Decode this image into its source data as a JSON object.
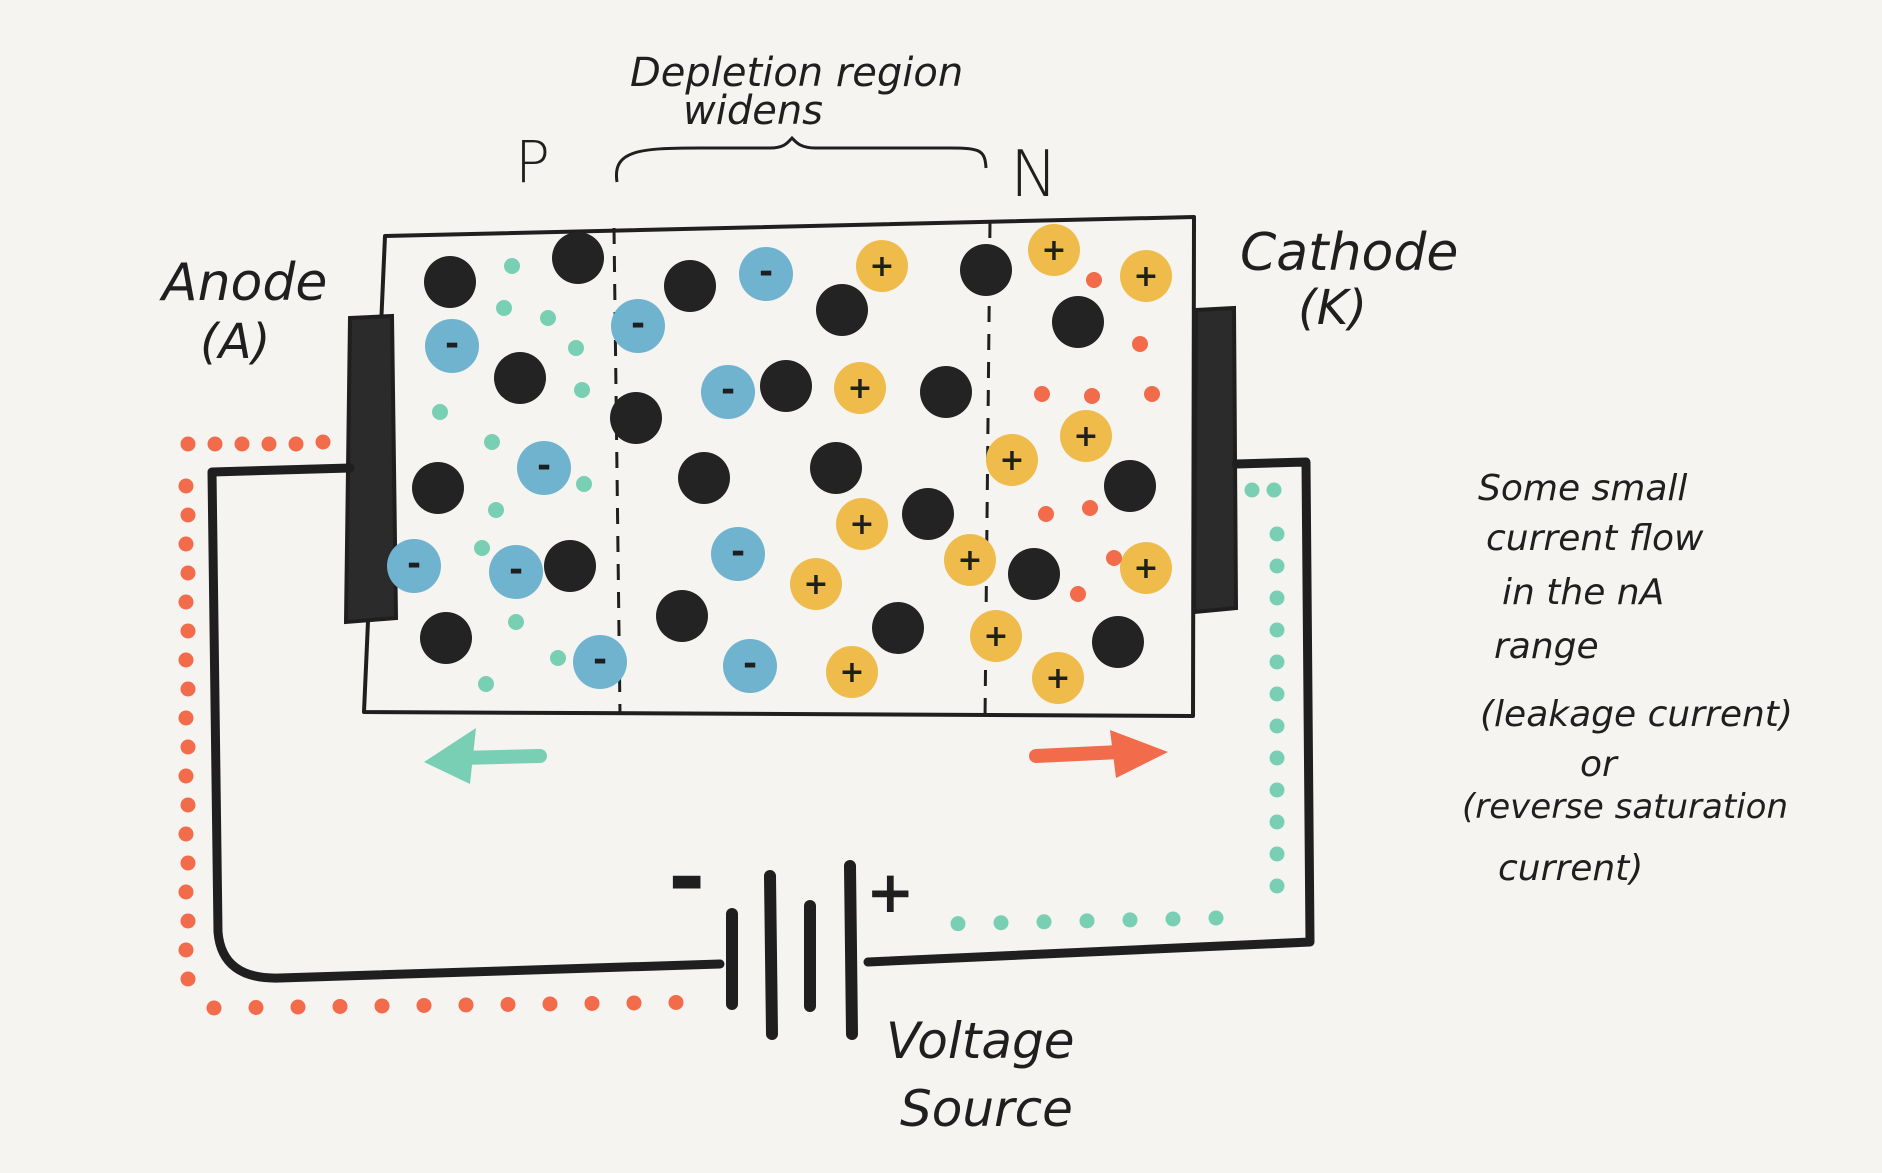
{
  "labels": {
    "depletion_line1": "Depletion region",
    "depletion_line2": "widens",
    "p": "P",
    "n": "N",
    "anode_line1": "Anode",
    "anode_line2": "(A)",
    "cathode_line1": "Cathode",
    "cathode_line2": "(K)",
    "voltage_line1": "Voltage",
    "voltage_line2": "Source",
    "minus_sign": "-",
    "plus_sign": "+",
    "note_lines": [
      "Some small",
      "current flow",
      "in the nA",
      "range",
      "(leakage current)",
      "or",
      "(reverse saturation",
      "current)"
    ]
  },
  "particle_symbols": {
    "acceptor": "-",
    "donor": "+"
  },
  "colors": {
    "background": "#f5f4f1",
    "ink": "#1f1f1f",
    "black_atom": "#232323",
    "acceptor_ion": "#6fb3cf",
    "acceptor_mark": "#e9b446",
    "donor_ion": "#efbb4a",
    "hole": "#79cfb4",
    "electron": "#f26b4a"
  },
  "icons": {
    "left_arrow": "arrow-left-icon",
    "right_arrow": "arrow-right-icon",
    "battery": "battery-icon"
  }
}
